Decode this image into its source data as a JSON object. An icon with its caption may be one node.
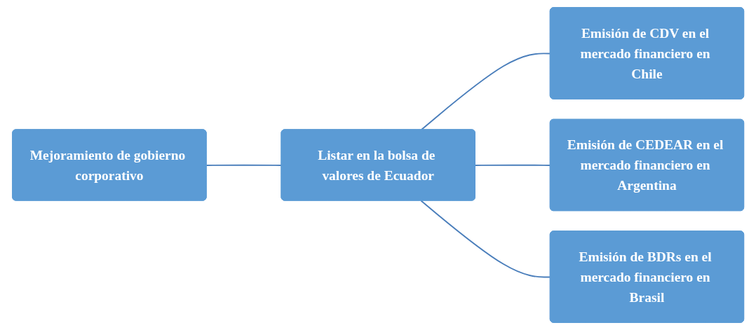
{
  "diagram": {
    "nodes": [
      {
        "text": [
          "Mejoramiento de gobierno corporativo"
        ]
      },
      {
        "text": [
          "Listar en la bolsa de valores de Ecuador"
        ]
      },
      {
        "text": [
          "Emisión de CDV en el mercado financiero en Chile"
        ]
      },
      {
        "text": [
          "Emisión de CEDEAR en el mercado financiero en Argentina"
        ]
      },
      {
        "text": [
          "Emisión de BDRs en el mercado financiero en Brasil"
        ]
      }
    ],
    "edges": [
      {
        "from": 0,
        "to": 1,
        "arrow": "none"
      },
      {
        "from": 1,
        "to": 2,
        "arrow": "none"
      },
      {
        "from": 1,
        "to": 3,
        "arrow": "none"
      },
      {
        "from": 1,
        "to": 4,
        "arrow": "none"
      }
    ]
  }
}
